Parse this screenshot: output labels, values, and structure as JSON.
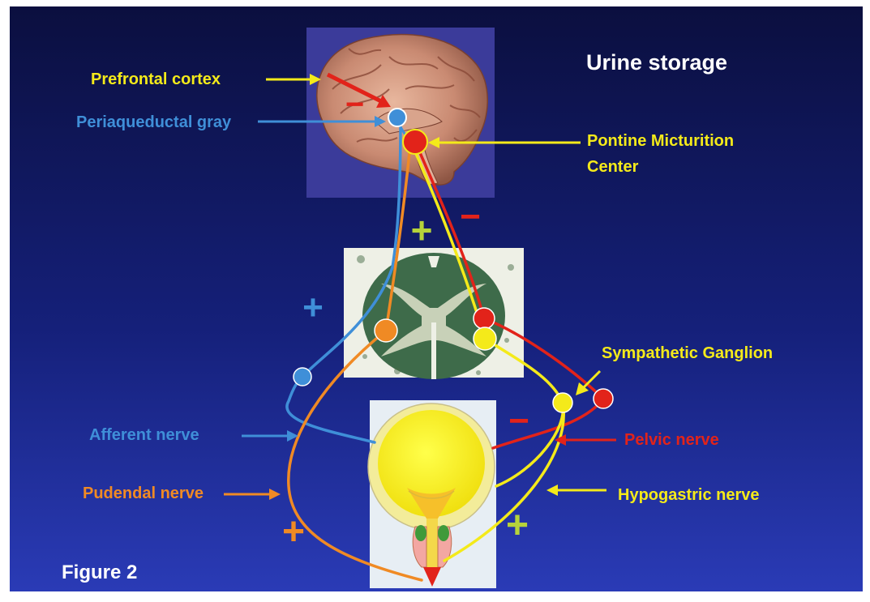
{
  "figure": {
    "title": "Urine storage",
    "caption": "Figure 2",
    "colors": {
      "background_top": "#0b0f3f",
      "background_bottom": "#2a3bb6",
      "yellow": "#f4ea1a",
      "blue": "#3f8fd8",
      "red": "#e2231a",
      "orange": "#f08a24",
      "green_plus": "#b6d33a"
    }
  },
  "labels": {
    "prefrontal_cortex": "Prefrontal cortex",
    "periaqueductal_gray": "Periaqueductal gray",
    "pontine_line1": "Pontine Micturition",
    "pontine_line2": "Center",
    "sympathetic_ganglion": "Sympathetic Ganglion",
    "afferent_nerve": "Afferent nerve",
    "pelvic_nerve": "Pelvic nerve",
    "pudendal_nerve": "Pudendal nerve",
    "hypogastric_nerve": "Hypogastric nerve"
  },
  "signs": {
    "brain_inhibit": "−",
    "spinal_green": "+",
    "spinal_red": "−",
    "afferent": "+",
    "pelvic": "−",
    "pudendal": "+",
    "hypogastric": "+"
  }
}
